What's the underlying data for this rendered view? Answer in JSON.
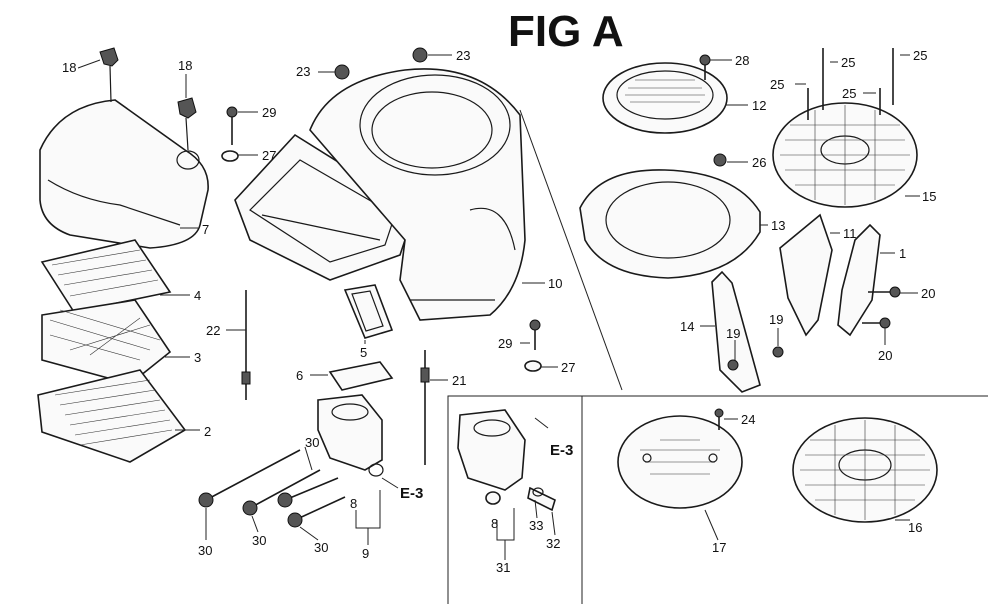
{
  "figure": {
    "title": "FIG A",
    "callouts": [
      {
        "id": "c18a",
        "text": "18"
      },
      {
        "id": "c18b",
        "text": "18"
      },
      {
        "id": "c7",
        "text": "7"
      },
      {
        "id": "c4",
        "text": "4"
      },
      {
        "id": "c3",
        "text": "3"
      },
      {
        "id": "c2",
        "text": "2"
      },
      {
        "id": "c23a",
        "text": "23"
      },
      {
        "id": "c23b",
        "text": "23"
      },
      {
        "id": "c29a",
        "text": "29"
      },
      {
        "id": "c27a",
        "text": "27"
      },
      {
        "id": "c22",
        "text": "22"
      },
      {
        "id": "c5",
        "text": "5"
      },
      {
        "id": "c6",
        "text": "6"
      },
      {
        "id": "c21",
        "text": "21"
      },
      {
        "id": "c10",
        "text": "10"
      },
      {
        "id": "c29b",
        "text": "29"
      },
      {
        "id": "c27b",
        "text": "27"
      },
      {
        "id": "c28",
        "text": "28"
      },
      {
        "id": "c12",
        "text": "12"
      },
      {
        "id": "c26",
        "text": "26"
      },
      {
        "id": "c13",
        "text": "13"
      },
      {
        "id": "c25a",
        "text": "25"
      },
      {
        "id": "c25b",
        "text": "25"
      },
      {
        "id": "c25c",
        "text": "25"
      },
      {
        "id": "c25d",
        "text": "25"
      },
      {
        "id": "c15",
        "text": "15"
      },
      {
        "id": "c11",
        "text": "11"
      },
      {
        "id": "c1",
        "text": "1"
      },
      {
        "id": "c20a",
        "text": "20"
      },
      {
        "id": "c20b",
        "text": "20"
      },
      {
        "id": "c19a",
        "text": "19"
      },
      {
        "id": "c19b",
        "text": "19"
      },
      {
        "id": "c14",
        "text": "14"
      },
      {
        "id": "c30a",
        "text": "30"
      },
      {
        "id": "c30b",
        "text": "30"
      },
      {
        "id": "c30c",
        "text": "30"
      },
      {
        "id": "c30d",
        "text": "30"
      },
      {
        "id": "c8a",
        "text": "8"
      },
      {
        "id": "c9",
        "text": "9"
      },
      {
        "id": "ce3a",
        "text": "E-3"
      },
      {
        "id": "ce3b",
        "text": "E-3"
      },
      {
        "id": "c8b",
        "text": "8"
      },
      {
        "id": "c31",
        "text": "31"
      },
      {
        "id": "c33",
        "text": "33"
      },
      {
        "id": "c32",
        "text": "32"
      },
      {
        "id": "c24",
        "text": "24"
      },
      {
        "id": "c17",
        "text": "17"
      },
      {
        "id": "c16",
        "text": "16"
      }
    ]
  }
}
